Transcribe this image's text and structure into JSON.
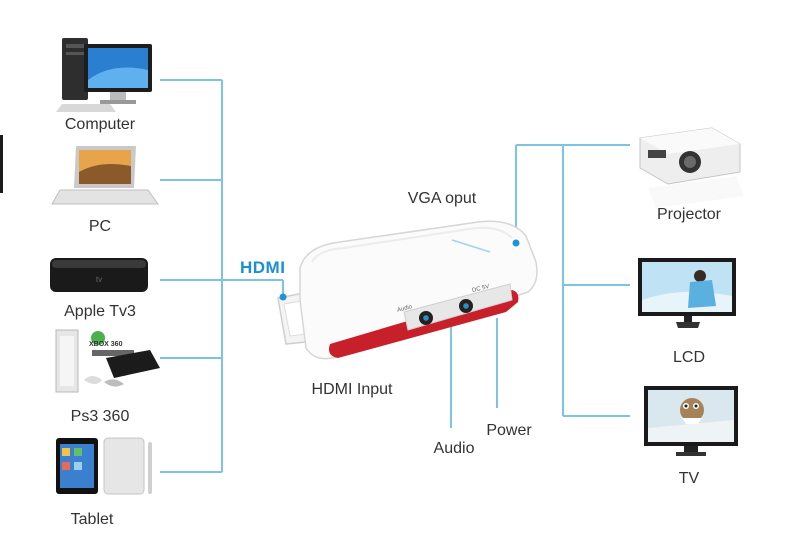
{
  "hub": {
    "input_label": "HDMI"
  },
  "sources": [
    {
      "label": "Computer",
      "icon": "desktop-computer-icon"
    },
    {
      "label": "PC",
      "icon": "laptop-icon"
    },
    {
      "label": "Apple Tv3",
      "icon": "apple-tv-icon"
    },
    {
      "label": "Ps3 360",
      "icon": "game-console-icon"
    },
    {
      "label": "Tablet",
      "icon": "tablet-icon"
    }
  ],
  "adapter": {
    "vga_output_label": "VGA oput",
    "hdmi_input_label": "HDMI Input",
    "audio_label": "Audio",
    "power_label": "Power",
    "port_text_right": "DC 5V",
    "port_text_left": "Audio",
    "logo_text": "XBOX 360"
  },
  "outputs": [
    {
      "label": "Projector",
      "icon": "projector-icon"
    },
    {
      "label": "LCD",
      "icon": "lcd-monitor-icon"
    },
    {
      "label": "TV",
      "icon": "television-icon"
    }
  ],
  "colors": {
    "connector_line": "#7cc4e4",
    "connector_dot": "#1b95d6",
    "hdmi_text": "#1a8fd6",
    "adapter_stripe": "#c8202a"
  }
}
